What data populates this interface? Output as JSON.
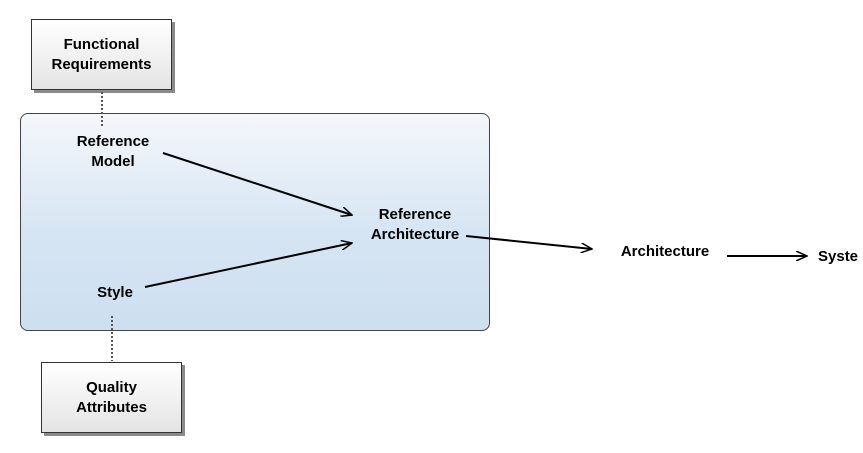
{
  "functional_requirements": {
    "line1": "Functional",
    "line2": "Requirements"
  },
  "quality_attributes": {
    "line1": "Quality",
    "line2": "Attributes"
  },
  "reference_model": {
    "line1": "Reference",
    "line2": "Model"
  },
  "reference_architecture": {
    "line1": "Reference",
    "line2": "Architecture"
  },
  "style": "Style",
  "architecture": "Architecture",
  "system": "Syste"
}
